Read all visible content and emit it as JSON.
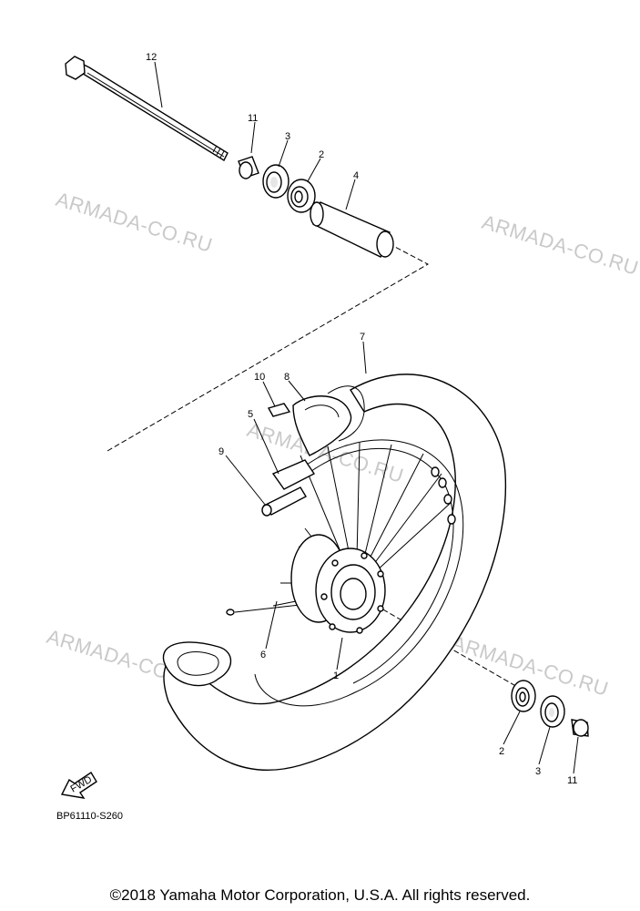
{
  "diagram": {
    "callouts": {
      "axle": "12",
      "spacer_top": "11",
      "oil_seal_top": "3",
      "bearing_top": "2",
      "collar": "4",
      "tire": "7",
      "rim_tape": "10",
      "tube": "8",
      "rim_band": "5",
      "valve": "9",
      "spoke": "6",
      "hub": "1",
      "bearing_bottom": "2",
      "oil_seal_bottom": "3",
      "spacer_bottom": "11"
    },
    "watermarks": [
      "ARMADA-CO.RU",
      "ARMADA-CO.RU",
      "ARMADA-CO.RU",
      "ARMADA-CO.RU",
      "ARMADA-CO.RU"
    ],
    "fwd_label": "FWD",
    "code": "BP61110-S260"
  },
  "footer": {
    "copyright": "©2018 Yamaha Motor Corporation, U.S.A. All rights reserved."
  }
}
